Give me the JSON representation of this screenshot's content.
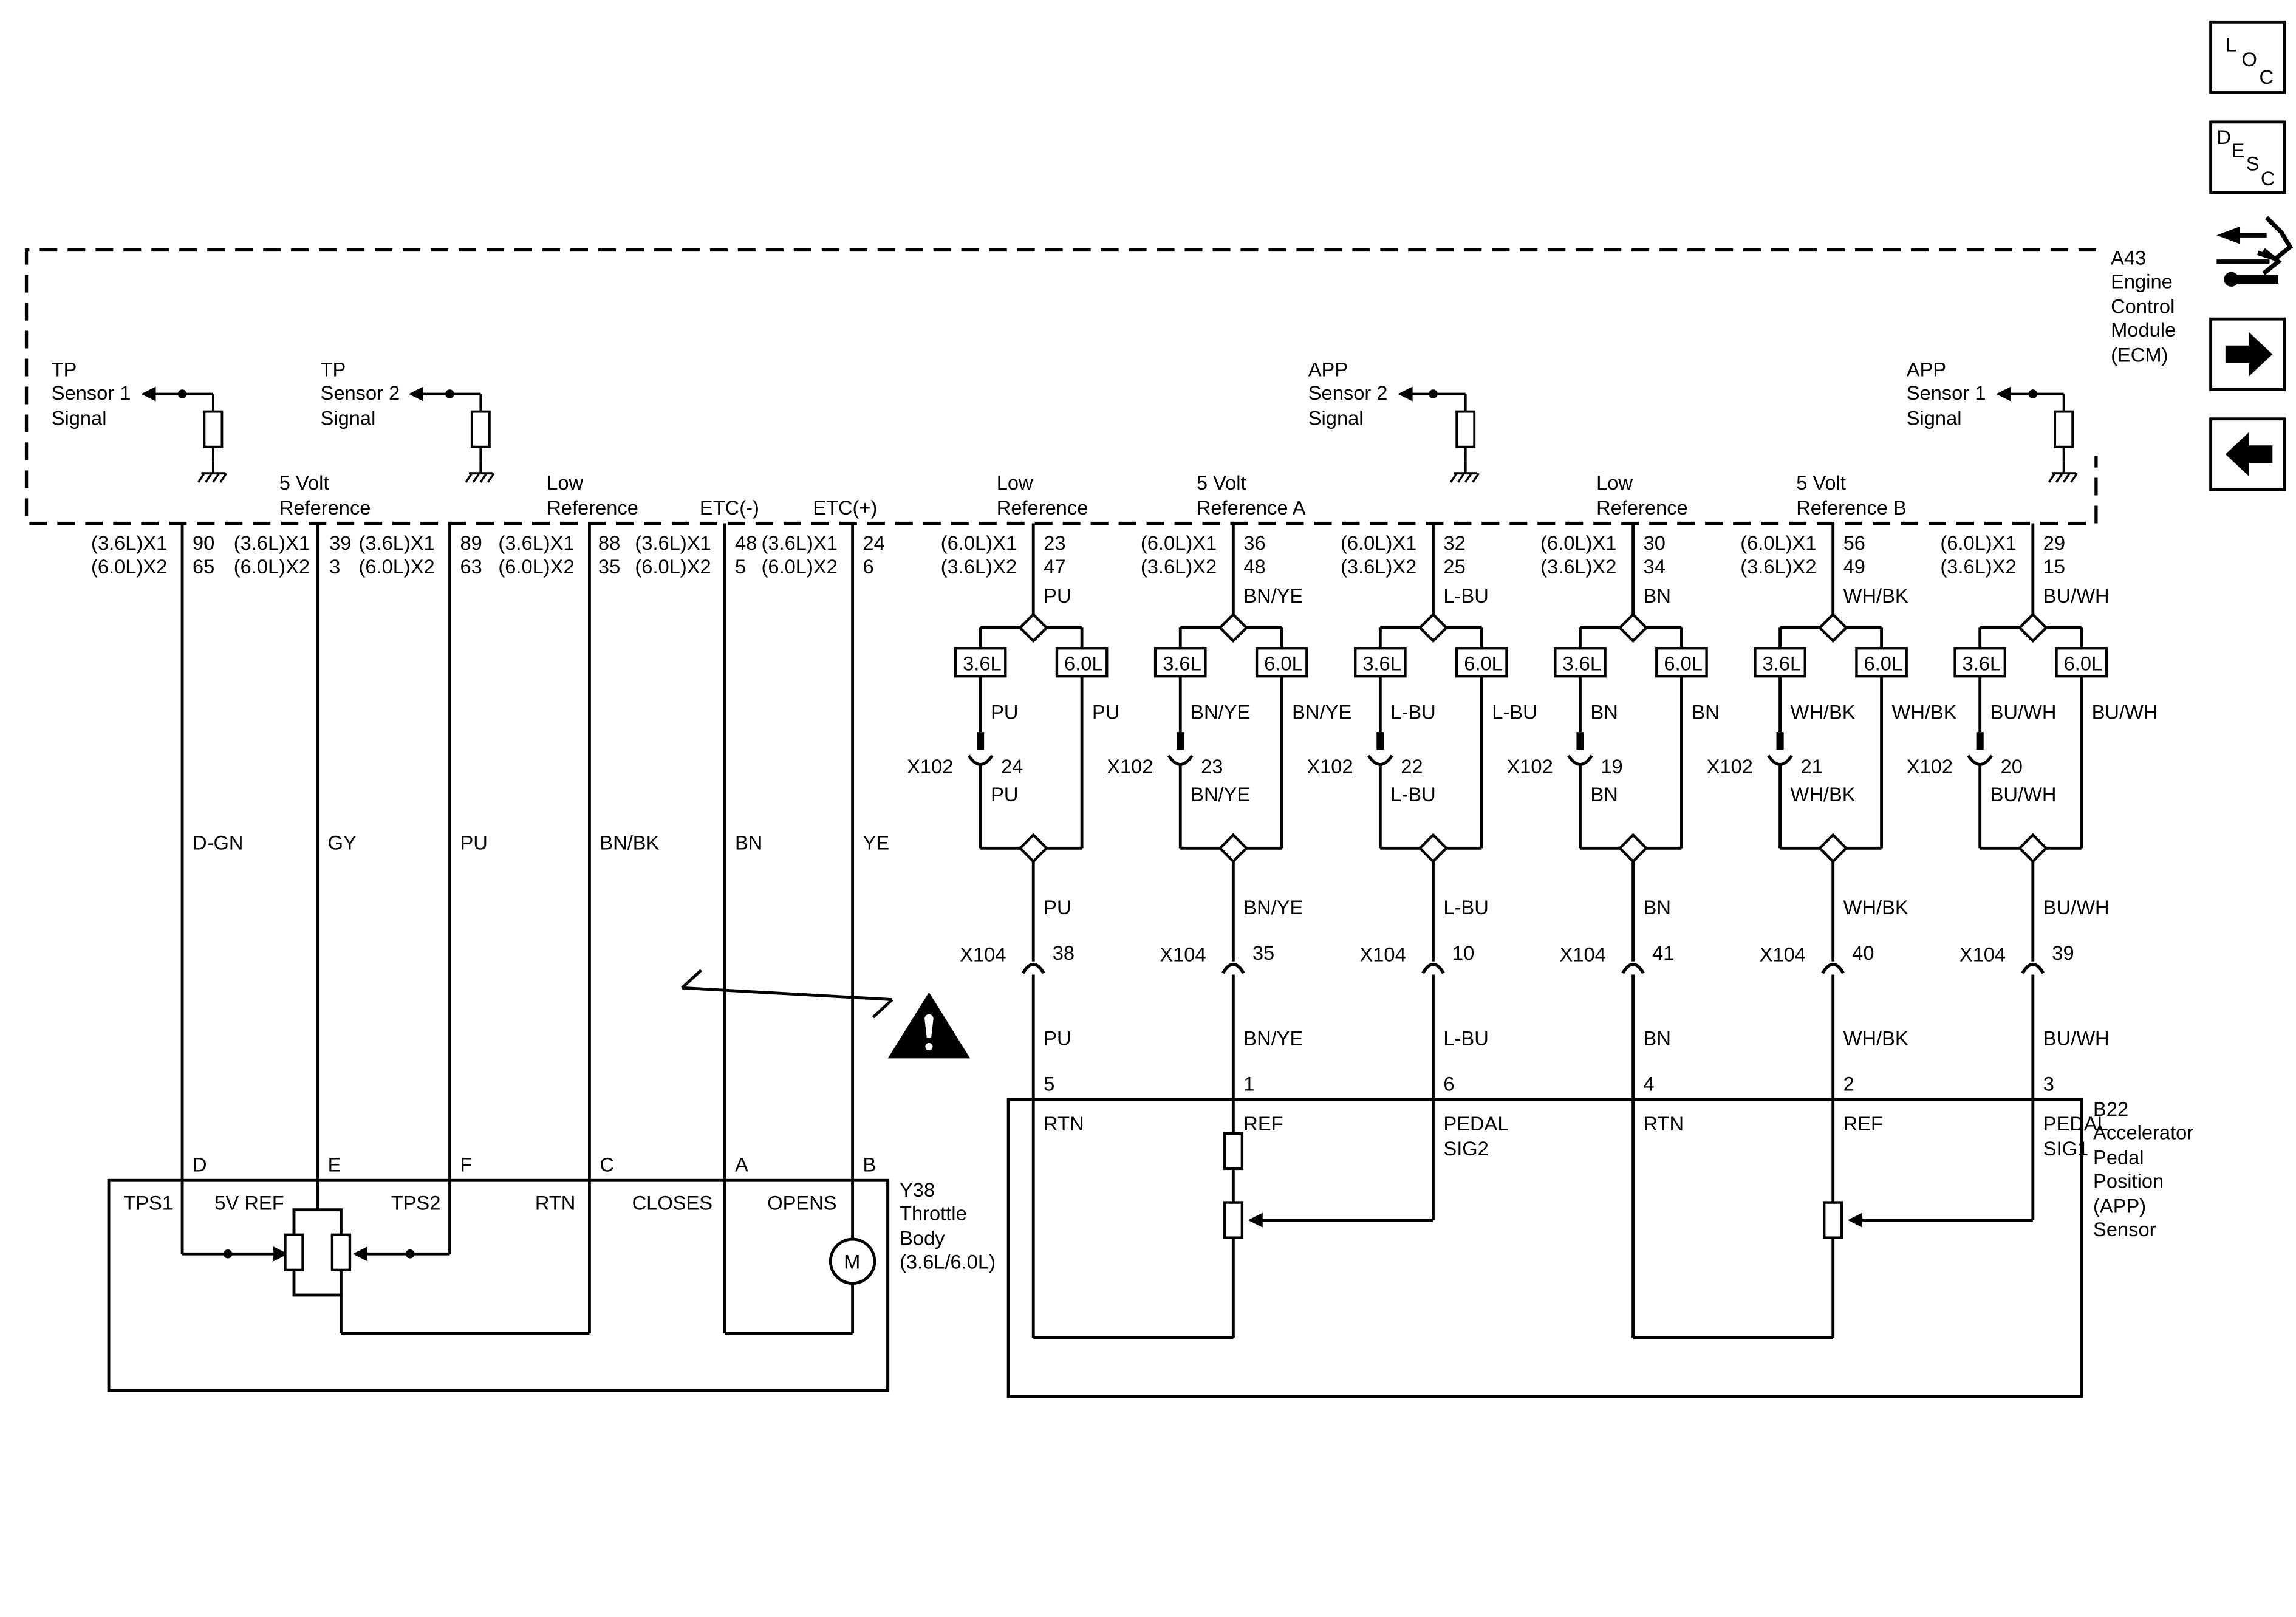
{
  "ecm": {
    "label": [
      "A43",
      "Engine",
      "Control",
      "Module",
      "(ECM)"
    ]
  },
  "nav": {
    "loc": [
      "L",
      "O",
      "C"
    ],
    "desc": [
      "D",
      "E",
      "S",
      "C"
    ]
  },
  "ecm_signals": {
    "tp1": [
      "TP",
      "Sensor 1",
      "Signal"
    ],
    "tp2": [
      "TP",
      "Sensor 2",
      "Signal"
    ],
    "app2": [
      "APP",
      "Sensor 2",
      "Signal"
    ],
    "app1": [
      "APP",
      "Sensor 1",
      "Signal"
    ],
    "vref": [
      "5 Volt",
      "Reference"
    ],
    "lowref": [
      "Low",
      "Reference"
    ],
    "etc_minus": "ETC(-)",
    "etc_plus": "ETC(+)"
  },
  "throttle_pins": [
    {
      "x1_label": "(3.6L)X1",
      "x2_label": "(6.0L)X2",
      "x1_pin": "90",
      "x2_pin": "65",
      "wire": "D-GN",
      "tb_pin": "D",
      "tb_label": "TPS1"
    },
    {
      "x1_label": "(3.6L)X1",
      "x2_label": "(6.0L)X2",
      "x1_pin": "39",
      "x2_pin": "3",
      "wire": "GY",
      "tb_pin": "E",
      "tb_label": "5V REF"
    },
    {
      "x1_label": "(3.6L)X1",
      "x2_label": "(6.0L)X2",
      "x1_pin": "89",
      "x2_pin": "63",
      "wire": "PU",
      "tb_pin": "F",
      "tb_label": "TPS2"
    },
    {
      "x1_label": "(3.6L)X1",
      "x2_label": "(6.0L)X2",
      "x1_pin": "88",
      "x2_pin": "35",
      "wire": "BN/BK",
      "tb_pin": "C",
      "tb_label": "RTN"
    },
    {
      "x1_label": "(3.6L)X1",
      "x2_label": "(6.0L)X2",
      "x1_pin": "48",
      "x2_pin": "5",
      "wire": "BN",
      "tb_pin": "A",
      "tb_label": "CLOSES"
    },
    {
      "x1_label": "(3.6L)X1",
      "x2_label": "(6.0L)X2",
      "x1_pin": "24",
      "x2_pin": "6",
      "wire": "YE",
      "tb_pin": "B",
      "tb_label": "OPENS"
    }
  ],
  "throttle_body": {
    "label": [
      "Y38",
      "Throttle",
      "Body",
      "(3.6L/6.0L)"
    ],
    "motor": "M"
  },
  "app_circuits": [
    {
      "ecm_label": [
        "Low",
        "Reference"
      ],
      "r1": "(6.0L)X1",
      "r2": "(3.6L)X2",
      "p1": "23",
      "p2": "47",
      "wire": "PU",
      "x102": "X102",
      "x102_pin": "24",
      "x104": "X104",
      "x104_pin": "38",
      "app_pin": "5",
      "app_label": [
        "RTN"
      ]
    },
    {
      "ecm_label": [
        "5 Volt",
        "Reference A"
      ],
      "r1": "(6.0L)X1",
      "r2": "(3.6L)X2",
      "p1": "36",
      "p2": "48",
      "wire": "BN/YE",
      "x102": "X102",
      "x102_pin": "23",
      "x104": "X104",
      "x104_pin": "35",
      "app_pin": "1",
      "app_label": [
        "REF"
      ]
    },
    {
      "ecm_label": [],
      "r1": "(6.0L)X1",
      "r2": "(3.6L)X2",
      "p1": "32",
      "p2": "25",
      "wire": "L-BU",
      "x102": "X102",
      "x102_pin": "22",
      "x104": "X104",
      "x104_pin": "10",
      "app_pin": "6",
      "app_label": [
        "PEDAL",
        "SIG2"
      ]
    },
    {
      "ecm_label": [
        "Low",
        "Reference"
      ],
      "r1": "(6.0L)X1",
      "r2": "(3.6L)X2",
      "p1": "30",
      "p2": "34",
      "wire": "BN",
      "x102": "X102",
      "x102_pin": "19",
      "x104": "X104",
      "x104_pin": "41",
      "app_pin": "4",
      "app_label": [
        "RTN"
      ]
    },
    {
      "ecm_label": [
        "5 Volt",
        "Reference B"
      ],
      "r1": "(6.0L)X1",
      "r2": "(3.6L)X2",
      "p1": "56",
      "p2": "49",
      "wire": "WH/BK",
      "x102": "X102",
      "x102_pin": "21",
      "x104": "X104",
      "x104_pin": "40",
      "app_pin": "2",
      "app_label": [
        "REF"
      ]
    },
    {
      "ecm_label": [],
      "r1": "(6.0L)X1",
      "r2": "(3.6L)X2",
      "p1": "29",
      "p2": "15",
      "wire": "BU/WH",
      "x102": "X102",
      "x102_pin": "20",
      "x104": "X104",
      "x104_pin": "39",
      "app_pin": "3",
      "app_label": [
        "PEDAL",
        "SIG1"
      ]
    }
  ],
  "option_boxes": {
    "left": "3.6L",
    "right": "6.0L"
  },
  "app_sensor": {
    "label": [
      "B22",
      "Accelerator",
      "Pedal",
      "Position",
      "(APP)",
      "Sensor"
    ]
  }
}
